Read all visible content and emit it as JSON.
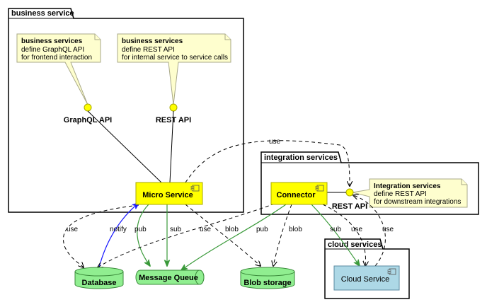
{
  "packages": {
    "business": {
      "title": "business service"
    },
    "integration": {
      "title": "integration services"
    },
    "cloud": {
      "title": "cloud services"
    }
  },
  "notes": {
    "graphql": {
      "title": "business services",
      "line1": "define GraphQL API",
      "line2": "for frontend interaction"
    },
    "rest": {
      "title": "business services",
      "line1": "define REST API",
      "line2": "for internal service to service calls"
    },
    "integration": {
      "title": "Integration services",
      "line1": "define REST API",
      "line2": "for downstream integrations"
    }
  },
  "interfaces": {
    "graphql": "GraphQL API",
    "rest": "REST API",
    "rest_integration": "REST API"
  },
  "components": {
    "micro_service": "Micro Service",
    "connector": "Connector",
    "cloud_service": "Cloud Service"
  },
  "stores": {
    "database": "Database",
    "message_queue": "Message Queue",
    "blob_storage": "Blob storage"
  },
  "edges": {
    "use_top": "use",
    "ms_use_db": "use",
    "db_notify": "notify",
    "ms_pub": "pub",
    "ms_sub": "sub",
    "conn_use_db": "use",
    "ms_blob": "blob",
    "conn_pub": "pub",
    "conn_blob": "blob",
    "conn_sub": "sub",
    "conn_use_cloud": "use",
    "cloud_use_rest": "use"
  },
  "colors": {
    "component": "#ffff00",
    "note": "#fefece",
    "store": "#90ee90",
    "cloud_service": "#add8e6",
    "pubsub_edge": "#3a9a3a",
    "notify_edge": "#1a1aff"
  }
}
